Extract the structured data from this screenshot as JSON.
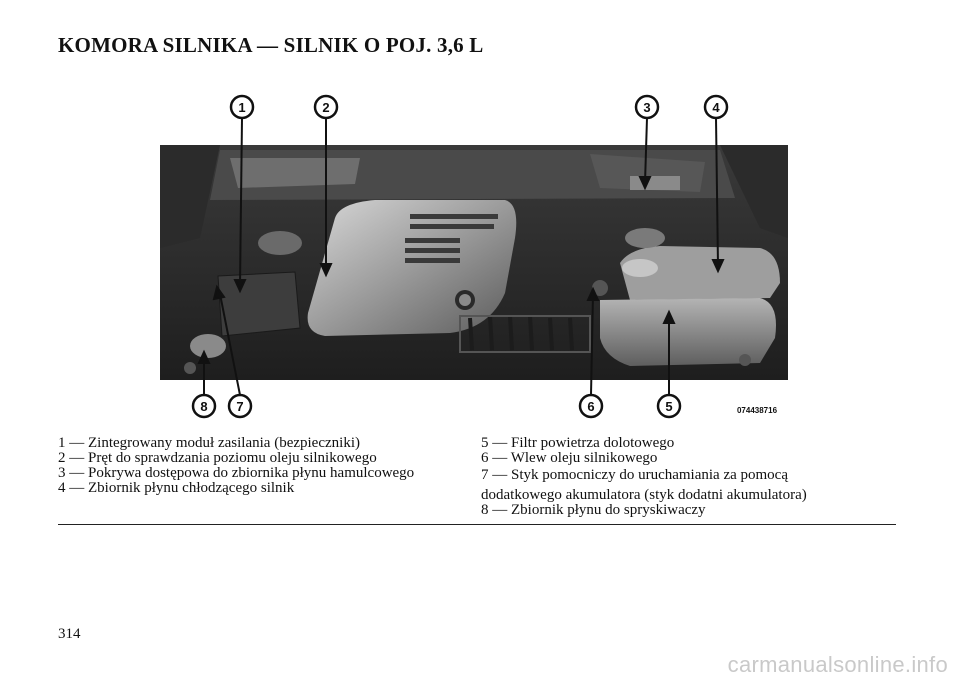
{
  "page": {
    "title": "KOMORA SILNIKA — SILNIK O POJ. 3,6 L",
    "page_number": "314",
    "watermark": "carmanualsonline.info"
  },
  "figure": {
    "image_code": "074438716",
    "callouts": [
      "1",
      "2",
      "3",
      "4",
      "5",
      "6",
      "7",
      "8"
    ]
  },
  "legend": {
    "left": [
      "1 — Zintegrowany moduł zasilania (bezpieczniki)",
      "2 — Pręt do sprawdzania poziomu oleju silnikowego",
      "3 — Pokrywa dostępowa do zbiornika płynu hamulcowego",
      "4 — Zbiornik płynu chłodzącego silnik"
    ],
    "right": [
      "5 — Filtr powietrza dolotowego",
      "6 — Wlew oleju silnikowego",
      "7 — Styk pomocniczy do uruchamiania za pomocą",
      "dodatkowego akumulatora (styk dodatni akumulatora)",
      "8 — Zbiornik płynu do spryskiwaczy"
    ]
  }
}
